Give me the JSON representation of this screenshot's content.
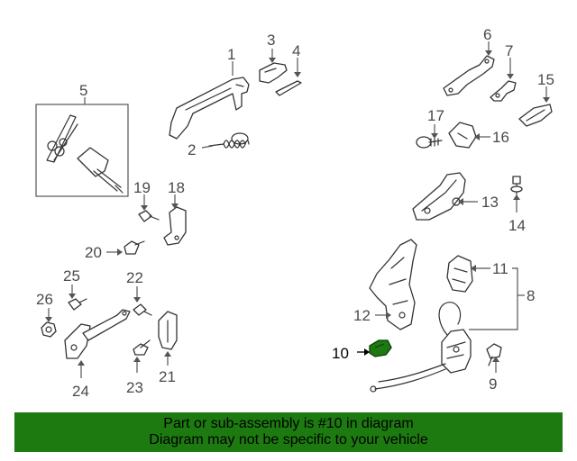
{
  "callouts": {
    "c1": "1",
    "c2": "2",
    "c3": "3",
    "c4": "4",
    "c5": "5",
    "c6": "6",
    "c7": "7",
    "c8": "8",
    "c9": "9",
    "c10": "10",
    "c11": "11",
    "c12": "12",
    "c13": "13",
    "c14": "14",
    "c15": "15",
    "c16": "16",
    "c17": "17",
    "c18": "18",
    "c19": "19",
    "c20": "20",
    "c21": "21",
    "c22": "22",
    "c23": "23",
    "c24": "24",
    "c25": "25",
    "c26": "26"
  },
  "highlight_part": "10",
  "banner": {
    "line1": "Part or sub-assembly is #10 in diagram",
    "line2": "Diagram may not be specific to your vehicle"
  },
  "colors": {
    "banner_bg": "#1d7a10",
    "highlight_part": "#1d7a10",
    "line_art": "#333333",
    "callout_text": "#4a4a4a"
  }
}
